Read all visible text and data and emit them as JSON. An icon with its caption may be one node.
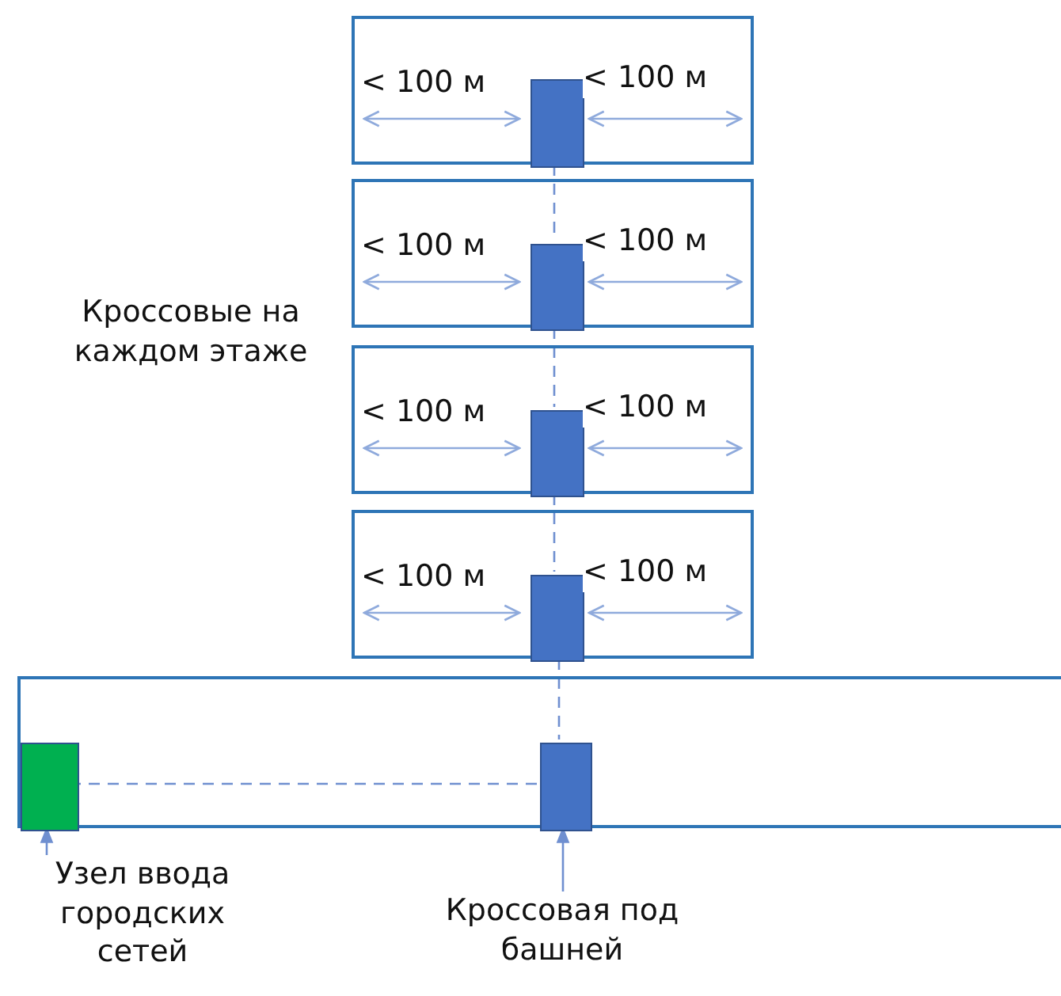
{
  "diagram": {
    "nodes": [
      {
        "text": [],
        "shape": "box"
      },
      {
        "text": [],
        "shape": "box",
        "in": 0
      },
      {
        "text": [],
        "shape": "box"
      },
      {
        "text": [],
        "shape": "box",
        "in": 2
      },
      {
        "text": [],
        "shape": "box"
      },
      {
        "text": [],
        "shape": "box",
        "in": 4
      },
      {
        "text": [],
        "shape": "box"
      },
      {
        "text": [],
        "shape": "box",
        "in": 6
      },
      {
        "text": [],
        "shape": "box"
      },
      {
        "text": [],
        "shape": "box",
        "in": 8
      },
      {
        "text": [],
        "shape": "box",
        "in": 8
      },
      {
        "text": [
          "Узел ввода городских сетей"
        ]
      },
      {
        "text": [
          "Кроссовая под башней"
        ]
      }
    ],
    "edges": [
      {
        "from": 1,
        "to": 0,
        "arrow": "both",
        "label": "< 100 м"
      },
      {
        "from": 1,
        "to": 0,
        "arrow": "both",
        "label": "< 100 м"
      },
      {
        "from": 3,
        "to": 2,
        "arrow": "both",
        "label": "< 100 м"
      },
      {
        "from": 3,
        "to": 2,
        "arrow": "both",
        "label": "< 100 м"
      },
      {
        "from": 5,
        "to": 4,
        "arrow": "both",
        "label": "< 100 м"
      },
      {
        "from": 5,
        "to": 4,
        "arrow": "both",
        "label": "< 100 м"
      },
      {
        "from": 7,
        "to": 6,
        "arrow": "both",
        "label": "< 100 м"
      },
      {
        "from": 7,
        "to": 6,
        "arrow": "both",
        "label": "< 100 м"
      },
      {
        "from": 1,
        "to": 3,
        "arrow": "none",
        "style": "dashed"
      },
      {
        "from": 3,
        "to": 5,
        "arrow": "none",
        "style": "dashed"
      },
      {
        "from": 5,
        "to": 7,
        "arrow": "none",
        "style": "dashed"
      },
      {
        "from": 7,
        "to": 10,
        "arrow": "none",
        "style": "dashed"
      },
      {
        "from": 10,
        "to": 9,
        "arrow": "none",
        "style": "dashed"
      },
      {
        "from": 11,
        "to": 9,
        "arrow": "to"
      },
      {
        "from": 12,
        "to": 10,
        "arrow": "to"
      }
    ],
    "labels": [
      "Кроссовые на каждом этаже"
    ]
  }
}
